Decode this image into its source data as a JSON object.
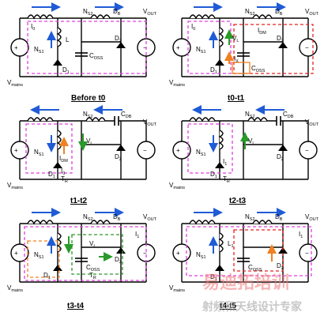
{
  "panels": [
    {
      "title": "Before t0",
      "n_s1": "N",
      "n_s1_sub": "S1",
      "n_s2": "N",
      "n_s2_sub": "S2",
      "l": "L",
      "d_b": "D",
      "d_b_sub": "B",
      "v_out": "V",
      "v_out_sub": "OUT",
      "v_mains": "V",
      "v_mains_sub": "mains",
      "d1": "D",
      "d1_sub": "1",
      "d2": "D",
      "d2_sub": "2",
      "c_oss": "C",
      "c_oss_sub": "OSS",
      "i_label": "I",
      "i_label_sub": "0"
    },
    {
      "title": "t0-t1",
      "n_s1": "N",
      "n_s1_sub": "S1",
      "n_s2": "N",
      "n_s2_sub": "S2",
      "v_l": "V",
      "v_l_sub": "L",
      "d_b": "D",
      "d_b_sub": "B",
      "v_out": "V",
      "v_out_sub": "OUT",
      "v_mains": "V",
      "v_mains_sub": "mains",
      "d1": "D",
      "d1_sub": "1",
      "d2": "D",
      "d2_sub": "2",
      "c_oss": "C",
      "c_oss_sub": "OSS",
      "i_label": "I",
      "i_label_sub": "0",
      "i_dm": "I",
      "i_dm_sub": "DM",
      "i_x": "I",
      "i_x_sub": "X"
    },
    {
      "title": "t1-t2",
      "n_s1": "N",
      "n_s1_sub": "S1",
      "n_s2": "N",
      "n_s2_sub": "S2",
      "v_l": "V",
      "v_l_sub": "L",
      "c_db": "C",
      "c_db_sub": "DB",
      "v_out": "V",
      "v_out_sub": "OUT",
      "v_mains": "V",
      "v_mains_sub": "mains",
      "d1": "D",
      "d1_sub": "1",
      "d2": "D",
      "d2_sub": "2",
      "t_r": "T",
      "t_r_sub": "R",
      "i_label": "I",
      "i_label_sub": "0",
      "i_dm": "I",
      "i_dm_sub": "DM"
    },
    {
      "title": "t2-t3",
      "n_s1": "N",
      "n_s1_sub": "S1",
      "n_s2": "N",
      "n_s2_sub": "S2",
      "v_l": "V",
      "v_l_sub": "L",
      "c_db": "C",
      "c_db_sub": "DB",
      "v_out": "V",
      "v_out_sub": "OUT",
      "v_mains": "V",
      "v_mains_sub": "mains",
      "d1": "D",
      "d1_sub": "1",
      "d2": "D",
      "d2_sub": "2",
      "t_r": "T",
      "t_r_sub": "R",
      "i_label": "I",
      "i_label_sub": "1"
    },
    {
      "title": "t3-t4",
      "n_s1": "N",
      "n_s1_sub": "S1",
      "n_s2": "N",
      "n_s2_sub": "S2",
      "v_l": "V",
      "v_l_sub": "L",
      "d_b": "D",
      "d_b_sub": "B",
      "v_out": "V",
      "v_out_sub": "OUT",
      "v_mains": "V",
      "v_mains_sub": "mains",
      "d1": "D",
      "d1_sub": "1",
      "d2": "D",
      "d2_sub": "2",
      "c_oss": "C",
      "c_oss_sub": "OSS",
      "t_r": "T",
      "t_r_sub": "R",
      "i_label": "I",
      "i_label_sub": "1"
    },
    {
      "title": "t4-t5",
      "n_s1": "N",
      "n_s1_sub": "S1",
      "n_s2": "N",
      "n_s2_sub": "S2",
      "l": "L",
      "l_sub": "1",
      "d_b": "D",
      "d_b_sub": "B",
      "v_out": "V",
      "v_out_sub": "OUT",
      "v_mains": "V",
      "v_mains_sub": "mains",
      "d1": "D",
      "d1_sub": "1",
      "d2": "D",
      "d2_sub": "2",
      "c_oss": "C",
      "c_oss_sub": "OSS",
      "i_label": "I",
      "i_label_sub": "1"
    }
  ],
  "watermark": {
    "logo_text": "易迪拓培训",
    "caption": "射频和天线设计专家"
  },
  "colors": {
    "blue": "#1f5bd6",
    "magenta": "#e040e0",
    "red": "#e82020",
    "orange": "#f08020",
    "green": "#2a9a2a",
    "wire": "#000000"
  }
}
